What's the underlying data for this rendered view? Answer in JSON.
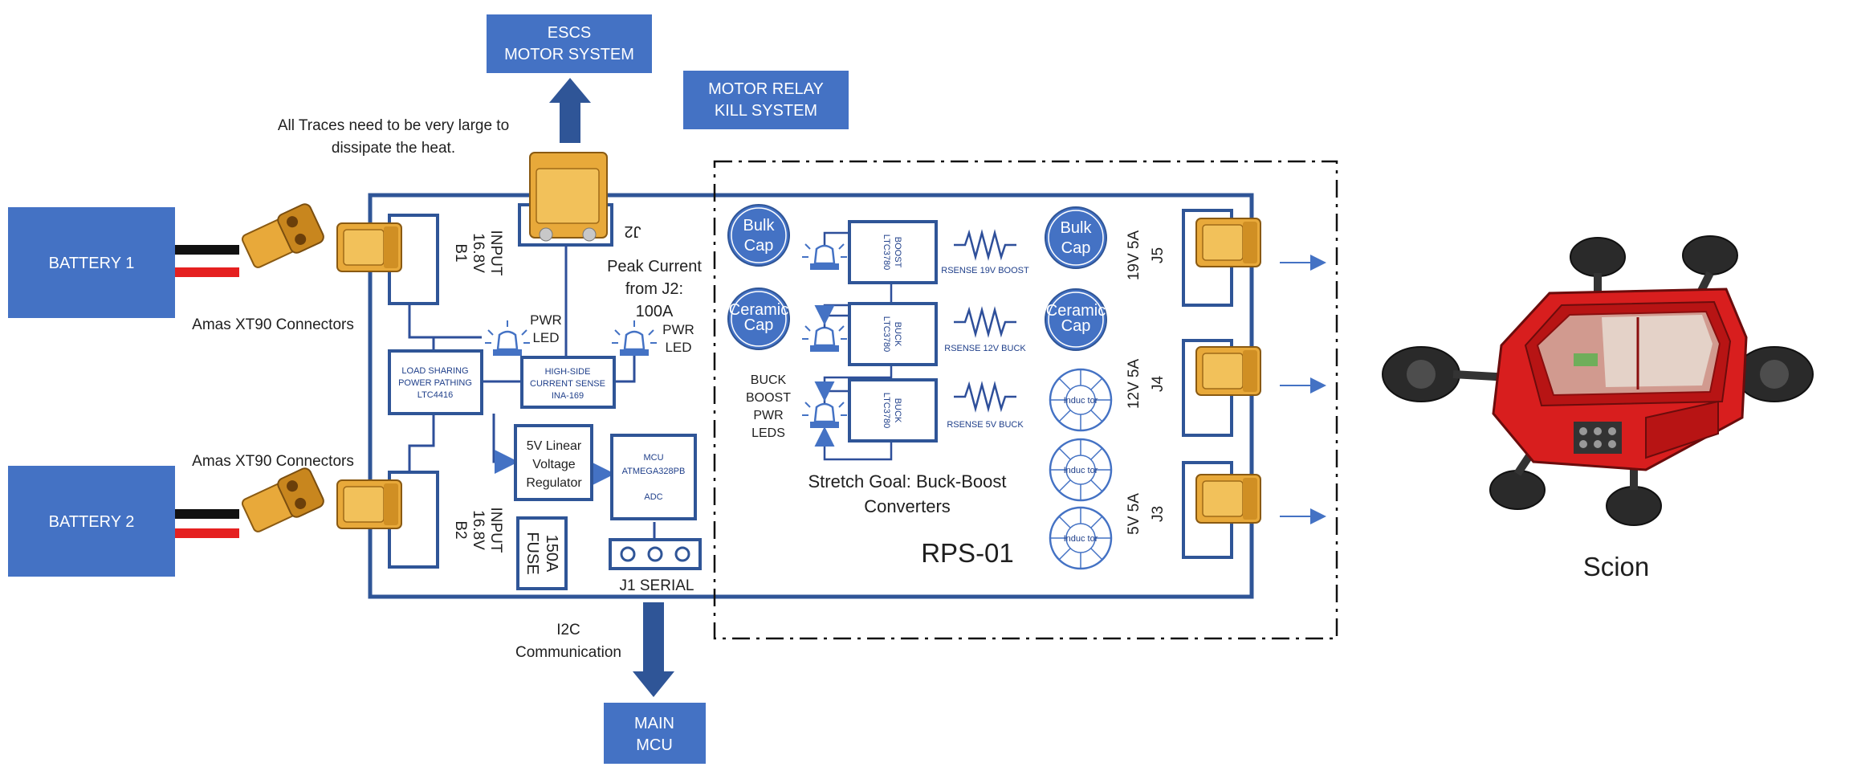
{
  "top": {
    "escs": [
      "ESCS",
      "MOTOR SYSTEM"
    ],
    "motor_relay": [
      "MOTOR RELAY",
      "KILL SYSTEM"
    ],
    "traces_note": [
      "All Traces need to be very large to",
      "dissipate the heat."
    ]
  },
  "batteries": {
    "b1_label": "BATTERY 1",
    "b2_label": "BATTERY 2",
    "xt90_note_1": "Amas XT90 Connectors",
    "xt90_note_2": "Amas XT90 Connectors"
  },
  "board": {
    "input_b1": [
      "INPUT",
      "16.8V",
      "B1"
    ],
    "input_b2": [
      "INPUT",
      "16.8V",
      "B2"
    ],
    "j2": "J2",
    "peak_current": [
      "Peak Current",
      "from J2:",
      "100A"
    ],
    "pwr_led_1": [
      "PWR",
      "LED"
    ],
    "pwr_led_2": [
      "PWR",
      "LED"
    ],
    "load_sharing": [
      "LOAD SHARING",
      "POWER PATHING",
      "LTC4416"
    ],
    "current_sense": [
      "HIGH-SIDE",
      "CURRENT SENSE",
      "INA-169"
    ],
    "linear_reg": [
      "5V Linear",
      "Voltage",
      "Regulator"
    ],
    "mcu": [
      "MCU",
      "ATMEGA328PB",
      "ADC"
    ],
    "fuse": [
      "150A",
      "FUSE"
    ],
    "serial": "J1  SERIAL",
    "board_name": "RPS-01"
  },
  "converters": {
    "bulk_cap_1": [
      "Bulk",
      "Cap"
    ],
    "ceramic_cap_1": [
      "Ceramic",
      "Cap"
    ],
    "bulk_cap_2": [
      "Bulk",
      "Cap"
    ],
    "ceramic_cap_2": [
      "Ceramic",
      "Cap"
    ],
    "boost": [
      "BOOST",
      "LTC3780"
    ],
    "buck_1": [
      "BUCK",
      "LTC3780"
    ],
    "buck_2": [
      "BUCK",
      "LTC3780"
    ],
    "rsense_19": "RSENSE 19V BOOST",
    "rsense_12": "RSENSE 12V BUCK",
    "rsense_5": "RSENSE 5V BUCK",
    "buck_boost_leds": [
      "BUCK",
      "BOOST",
      "PWR",
      "LEDS"
    ],
    "stretch_goal": [
      "Stretch Goal: Buck-Boost",
      "Converters"
    ],
    "inductor_label": "Induc tor"
  },
  "outputs": {
    "j5": [
      "19V 5A",
      "J5"
    ],
    "j4": [
      "12V 5A",
      "J4"
    ],
    "j3": [
      "5V 5A",
      "J3"
    ]
  },
  "bottom": {
    "i2c": [
      "I2C",
      "Communication"
    ],
    "main_mcu": [
      "MAIN",
      "MCU"
    ]
  },
  "robot": {
    "caption": "Scion"
  },
  "colors": {
    "block_blue": "#4472c4",
    "line_blue": "#2e4f9a",
    "connector_yellow": "#e8a93a",
    "wire_red": "#e52020",
    "wire_black": "#111111",
    "robot_red": "#d81e1e"
  }
}
